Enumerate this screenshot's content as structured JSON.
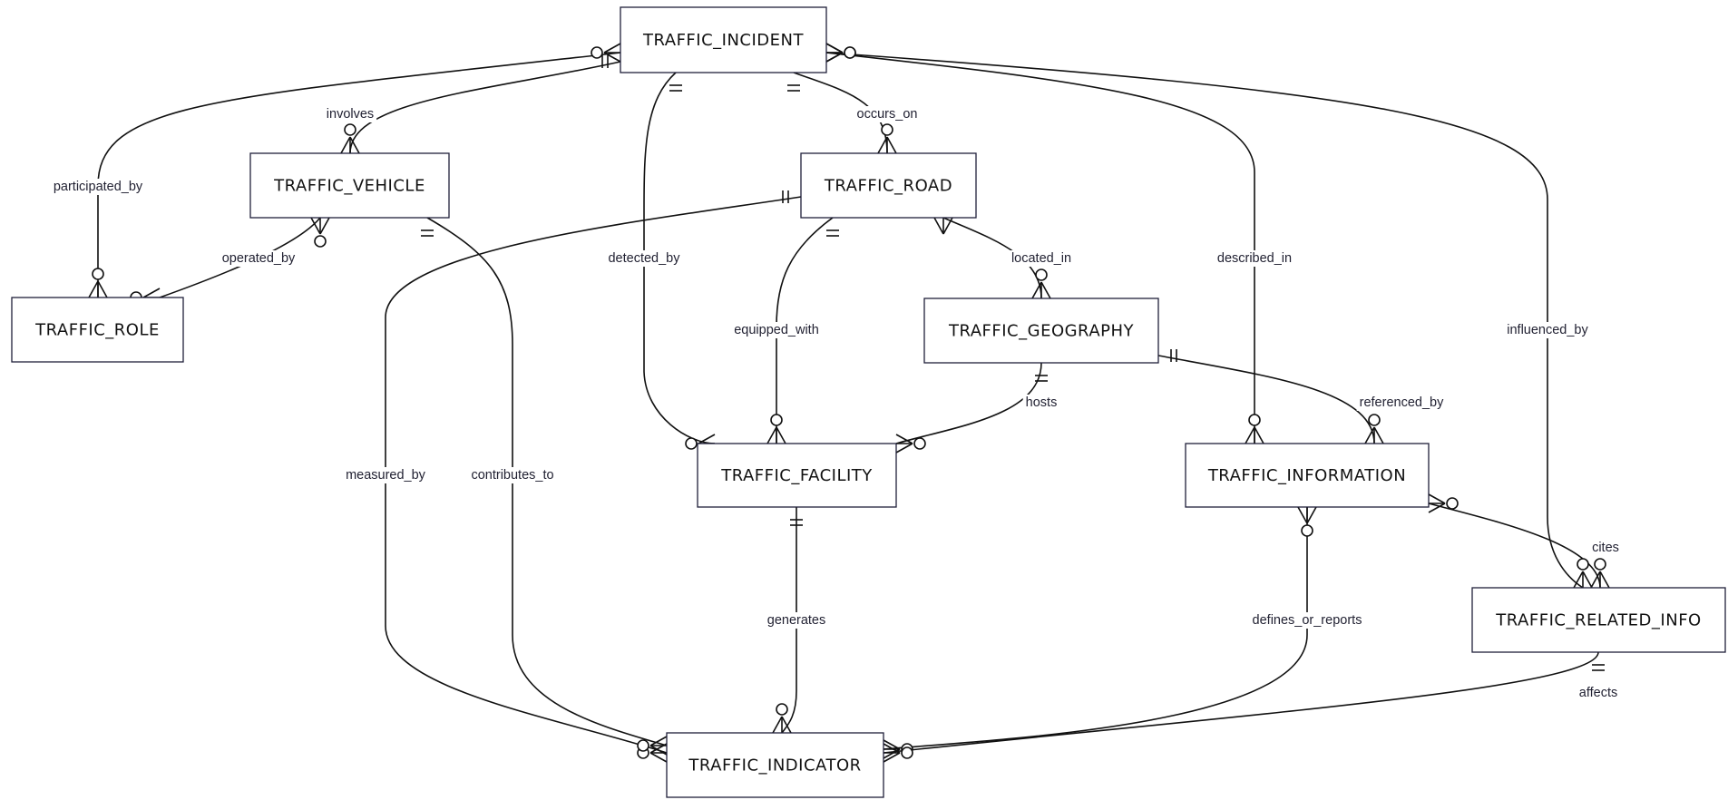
{
  "entities": [
    {
      "id": "incident",
      "label": "TRAFFIC_INCIDENT"
    },
    {
      "id": "vehicle",
      "label": "TRAFFIC_VEHICLE"
    },
    {
      "id": "road",
      "label": "TRAFFIC_ROAD"
    },
    {
      "id": "role",
      "label": "TRAFFIC_ROLE"
    },
    {
      "id": "geography",
      "label": "TRAFFIC_GEOGRAPHY"
    },
    {
      "id": "facility",
      "label": "TRAFFIC_FACILITY"
    },
    {
      "id": "information",
      "label": "TRAFFIC_INFORMATION"
    },
    {
      "id": "related",
      "label": "TRAFFIC_RELATED_INFO"
    },
    {
      "id": "indicator",
      "label": "TRAFFIC_INDICATOR"
    }
  ],
  "relationships": [
    {
      "id": "participated_by",
      "label": "participated_by",
      "from": "incident",
      "to": "role",
      "from_card": "zero-many",
      "to_card": "zero-many"
    },
    {
      "id": "involves",
      "label": "involves",
      "from": "incident",
      "to": "vehicle",
      "from_card": "one",
      "to_card": "zero-many"
    },
    {
      "id": "operated_by",
      "label": "operated_by",
      "from": "vehicle",
      "to": "role",
      "from_card": "zero-many",
      "to_card": "zero-many"
    },
    {
      "id": "detected_by",
      "label": "detected_by",
      "from": "incident",
      "to": "facility",
      "from_card": "one",
      "to_card": "zero-many"
    },
    {
      "id": "occurs_on",
      "label": "occurs_on",
      "from": "incident",
      "to": "road",
      "from_card": "one",
      "to_card": "zero-many"
    },
    {
      "id": "described_in",
      "label": "described_in",
      "from": "incident",
      "to": "information",
      "from_card": "zero-many",
      "to_card": "zero-many"
    },
    {
      "id": "influenced_by",
      "label": "influenced_by",
      "from": "incident",
      "to": "related",
      "from_card": "zero-many",
      "to_card": "zero-many"
    },
    {
      "id": "located_in",
      "label": "located_in",
      "from": "road",
      "to": "geography",
      "from_card": "many",
      "to_card": "zero-many"
    },
    {
      "id": "equipped_with",
      "label": "equipped_with",
      "from": "road",
      "to": "facility",
      "from_card": "one",
      "to_card": "zero-many"
    },
    {
      "id": "measured_by",
      "label": "measured_by",
      "from": "road",
      "to": "indicator",
      "from_card": "one",
      "to_card": "zero-many"
    },
    {
      "id": "contributes_to",
      "label": "contributes_to",
      "from": "vehicle",
      "to": "indicator",
      "from_card": "one",
      "to_card": "zero-many"
    },
    {
      "id": "hosts",
      "label": "hosts",
      "from": "geography",
      "to": "facility",
      "from_card": "one",
      "to_card": "zero-many"
    },
    {
      "id": "referenced_by",
      "label": "referenced_by",
      "from": "geography",
      "to": "information",
      "from_card": "one",
      "to_card": "zero-many"
    },
    {
      "id": "generates",
      "label": "generates",
      "from": "facility",
      "to": "indicator",
      "from_card": "one",
      "to_card": "zero-many"
    },
    {
      "id": "cites",
      "label": "cites",
      "from": "information",
      "to": "related",
      "from_card": "zero-many",
      "to_card": "zero-many"
    },
    {
      "id": "defines_or_reports",
      "label": "defines_or_reports",
      "from": "information",
      "to": "indicator",
      "from_card": "zero-many",
      "to_card": "zero-many"
    },
    {
      "id": "affects",
      "label": "affects",
      "from": "related",
      "to": "indicator",
      "from_card": "one",
      "to_card": "zero-many"
    }
  ]
}
